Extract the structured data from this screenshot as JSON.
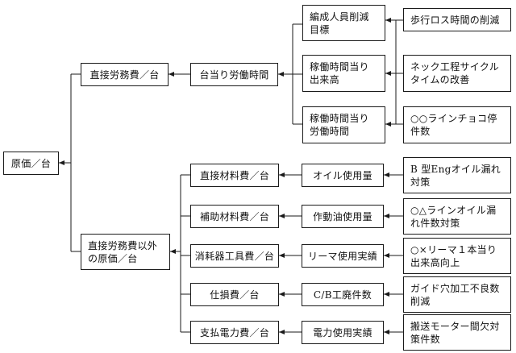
{
  "nodes": {
    "root": "原価／台",
    "direct_labor": "直接労務費／台",
    "other_cost": "直接労務費以外\nの原価／台",
    "labor_hours": "台当り労働時間",
    "staff_reduction": "編成人員削減\n目標",
    "output_per_hour": "稼働時間当り\n出来高",
    "labor_per_hour": "稼働時間当り\n労働時間",
    "walking_loss": "歩行ロス時間の削減",
    "neck_process": "ネック工程サイクル\nタイムの改善",
    "line_stops": "○○ラインチョコ停\n件数",
    "direct_material": "直接材料費／台",
    "aux_material": "補助材料費／台",
    "consumables": "消耗器工具費／台",
    "scrap": "仕損費／台",
    "power": "支払電力費／台",
    "oil_usage": "オイル使用量",
    "hydraulic_oil": "作動油使用量",
    "reamer_usage": "リーマ使用実績",
    "cb_scrap": "C/B工廃件数",
    "power_usage": "電力使用実績",
    "b_engine_oil": "B 型Engオイル漏れ\n対策",
    "line_oil_leak": "○△ラインオイル漏\nれ件数対策",
    "reamer_output": "○×リーマ１本当り\n出来高向上",
    "guide_hole": "ガイド穴加工不良数\n削減",
    "conveyor_motor": "搬送モーター間欠対\n策件数"
  }
}
